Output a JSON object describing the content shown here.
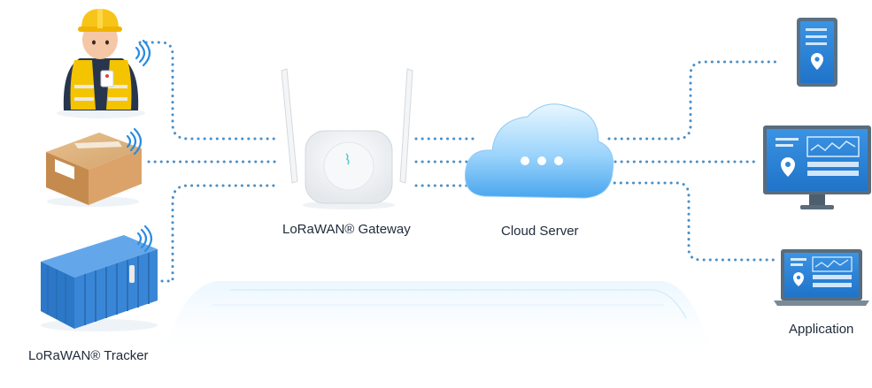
{
  "labels": {
    "tracker": "LoRaWAN® Tracker",
    "gateway": "LoRaWAN® Gateway",
    "cloud": "Cloud Server",
    "application": "Application"
  },
  "colors": {
    "dots": "#4a8fc7",
    "cloud_light": "#dff3ff",
    "cloud_dark": "#5fb3f2",
    "device_blue": "#2f86da",
    "container_blue": "#3a86d6",
    "vest_yellow": "#f5c400",
    "box_brown": "#c9935a"
  },
  "icons": [
    "worker-icon",
    "package-box-icon",
    "shipping-container-icon",
    "gateway-device-icon",
    "cloud-icon",
    "tablet-icon",
    "desktop-monitor-icon",
    "laptop-icon"
  ]
}
